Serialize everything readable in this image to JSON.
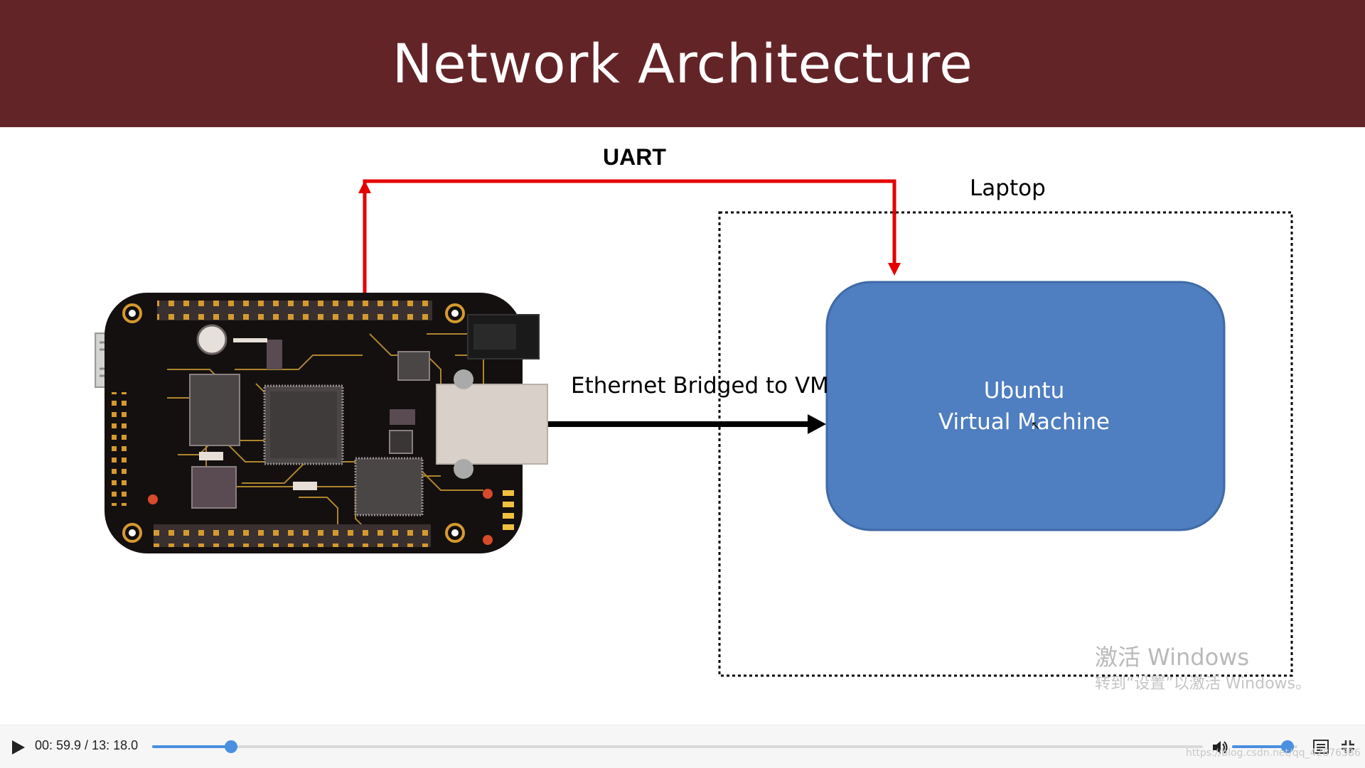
{
  "slide": {
    "title": "Network Architecture",
    "uart_label": "UART",
    "laptop_label": "Laptop",
    "ethernet_label": "Ethernet Bridged to VM",
    "vm_line1": "Ubuntu",
    "vm_line2": "Virtual Machine",
    "colors": {
      "title_bar": "#632428",
      "vm_box": "#4f7ec1",
      "uart_line": "#e50000",
      "board": "#141010",
      "trace": "#c99a33"
    }
  },
  "watermark": {
    "line1": "激活 Windows",
    "line2": "转到“设置”以激活 Windows。"
  },
  "credit": "https://blog.csdn.net/qq_42876386",
  "player": {
    "time": "00: 59.9 / 13: 18.0",
    "progress": 0.075,
    "volume": 0.85,
    "icons": {
      "play": "play-icon",
      "volume": "speaker-icon",
      "captions": "captions-icon",
      "exit_fullscreen": "exit-fullscreen-icon"
    }
  }
}
